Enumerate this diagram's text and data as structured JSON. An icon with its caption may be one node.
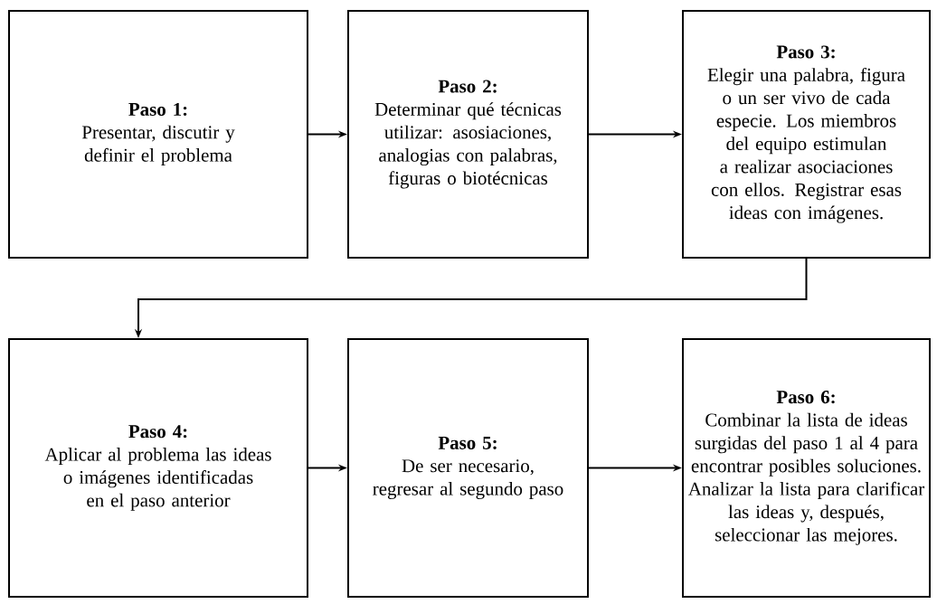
{
  "diagram": {
    "nodes": [
      {
        "text": [
          "Paso 1:",
          "Presentar, discutir y definir el problema"
        ]
      },
      {
        "text": [
          "Paso 2:",
          "Determinar qué técnicas utilizar: asosiaciones, analogias con palabras, figuras o biotécnicas"
        ]
      },
      {
        "text": [
          "Paso 3:",
          "Elegir una palabra, figura o un ser vivo de cada especie. Los miembros del equipo estimulan a realizar asociaciones con ellos. Registrar esas ideas con imágenes."
        ]
      },
      {
        "text": [
          "Paso 4:",
          "Aplicar al problema las ideas o imágenes identificadas en el paso anterior"
        ]
      },
      {
        "text": [
          "Paso 5:",
          "De ser necesario, regresar al segundo paso"
        ]
      },
      {
        "text": [
          "Paso 6:",
          "Combinar la lista de ideas surgidas del paso 1 al 4 para encontrar posibles soluciones. Analizar la lista para clarificar las ideas y, después, seleccionar las mejores."
        ]
      }
    ],
    "edges": [
      {
        "from": 0,
        "to": 1,
        "arrow": "to"
      },
      {
        "from": 1,
        "to": 2,
        "arrow": "to"
      },
      {
        "from": 2,
        "to": 3,
        "arrow": "to"
      },
      {
        "from": 3,
        "to": 4,
        "arrow": "to"
      },
      {
        "from": 4,
        "to": 5,
        "arrow": "to"
      }
    ]
  }
}
